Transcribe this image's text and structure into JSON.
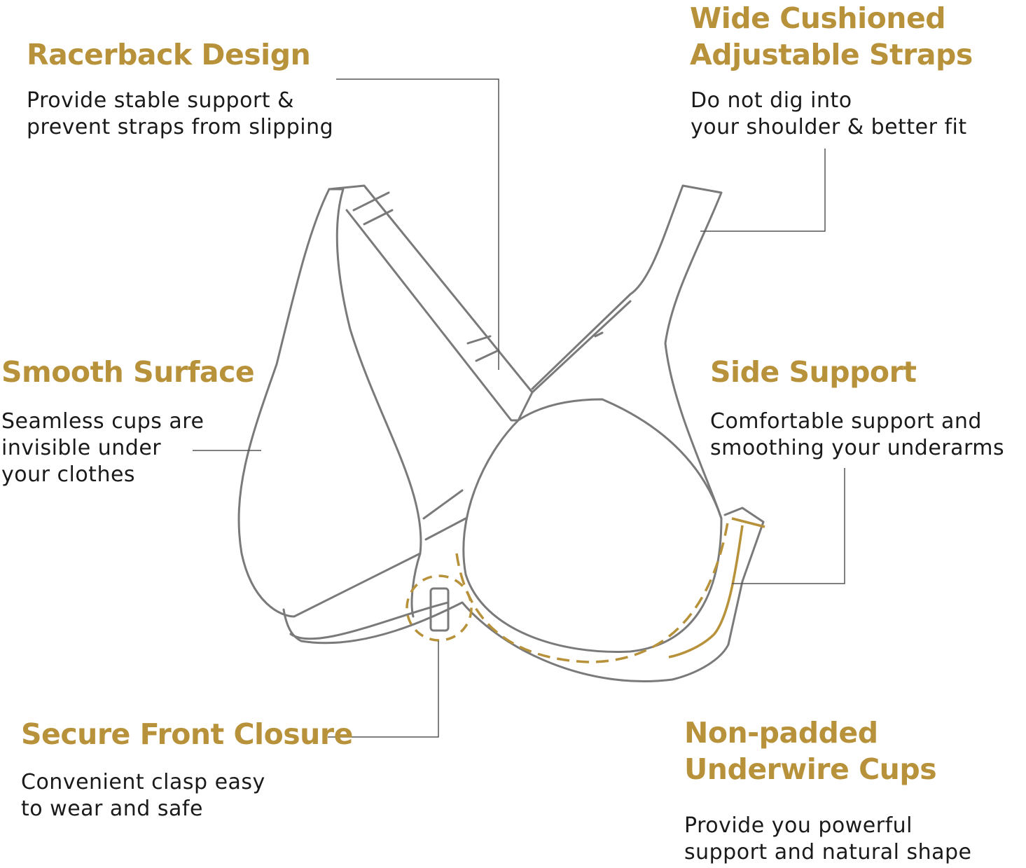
{
  "accent_color": "#b8923a",
  "features": [
    {
      "title": "Racerback Design",
      "description": [
        "Provide stable support &",
        "prevent straps from slipping"
      ]
    },
    {
      "title": [
        "Wide Cushioned",
        "Adjustable Straps"
      ],
      "description": [
        "Do not dig into",
        "your shoulder & better fit"
      ]
    },
    {
      "title": "Smooth Surface",
      "description": [
        "Seamless cups are",
        "invisible under",
        "your clothes"
      ]
    },
    {
      "title": "Side Support",
      "description": [
        "Comfortable support and",
        "smoothing your underarms"
      ]
    },
    {
      "title": "Secure Front Closure",
      "description": [
        "Convenient clasp easy",
        "to wear and safe"
      ]
    },
    {
      "title": [
        "Non-padded",
        "Underwire Cups"
      ],
      "description": [
        "Provide you powerful",
        "support and natural shape"
      ]
    }
  ]
}
